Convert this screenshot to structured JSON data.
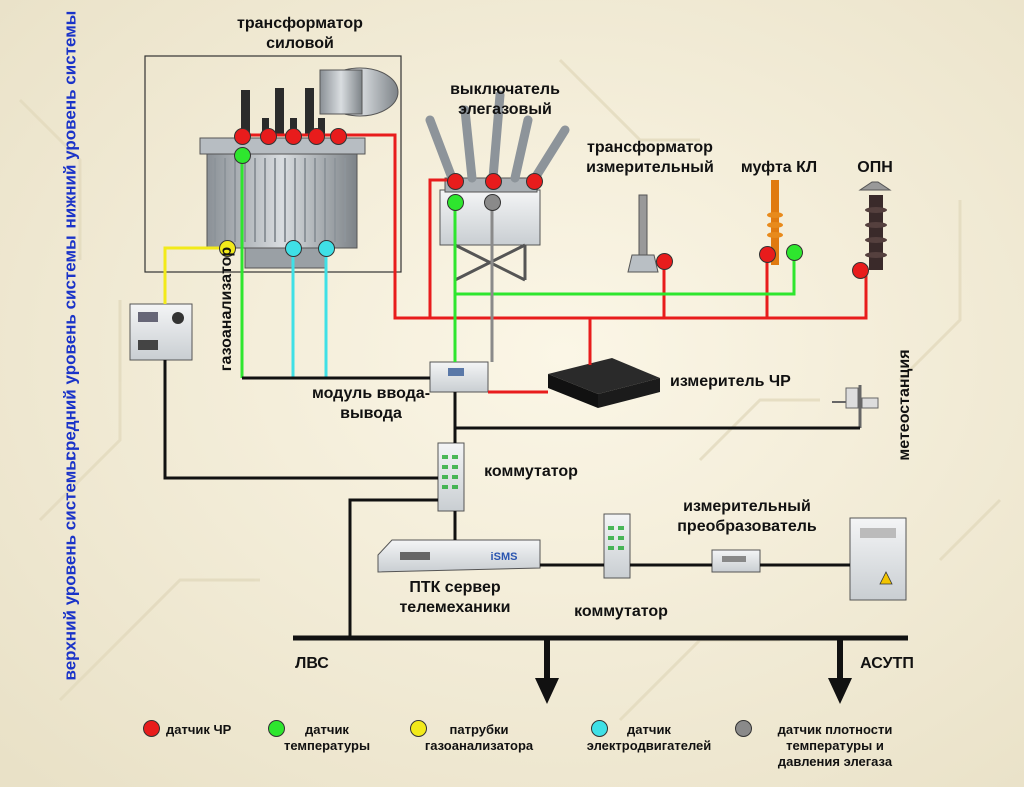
{
  "levels": {
    "lower": "нижний уровень системы",
    "middle": "средний уровень системы",
    "upper": "верхний уровень системы"
  },
  "devices": {
    "power_transformer": "трансформатор силовой",
    "gas_breaker": "выключатель элегазовый",
    "instrument_transformer": "трансформатор измерительный",
    "cable_coupling": "муфта КЛ",
    "surge_arrester": "ОПН",
    "gas_analyzer": "газоанализатор",
    "io_module": "модуль ввода-вывода",
    "pd_meter": "измеритель ЧР",
    "weather_station": "метеостанция",
    "switch_1": "коммутатор",
    "switch_2": "коммутатор",
    "transducer": "измерительный преобразователь",
    "server": "ПТК сервер телемеханики",
    "server_brand": "iSMS",
    "lan": "ЛВС",
    "scada": "АСУТП"
  },
  "legend": [
    {
      "color": "#e81c1c",
      "label": "датчик ЧР"
    },
    {
      "color": "#2ee62e",
      "label": "датчик температуры"
    },
    {
      "color": "#f2ea1a",
      "label": "патрубки газоанализатора"
    },
    {
      "color": "#3fe0e6",
      "label": "датчик электродвигателей"
    },
    {
      "color": "#8a8a8a",
      "label": "датчик плотности температуры и давления элегаза"
    }
  ]
}
